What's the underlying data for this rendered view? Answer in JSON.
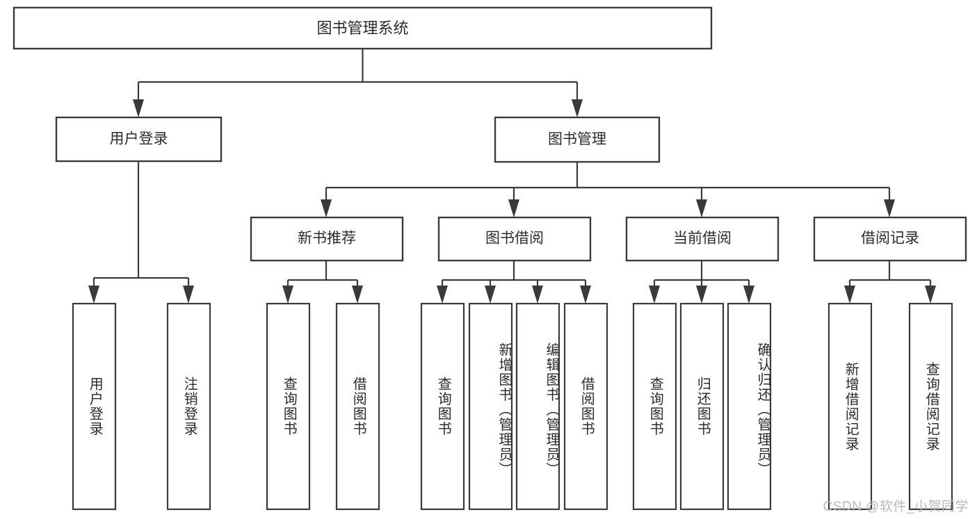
{
  "diagram": {
    "type": "tree",
    "title_node": {
      "id": "root",
      "label": "图书管理系统"
    },
    "level1": [
      {
        "id": "user-login",
        "label": "用户登录"
      },
      {
        "id": "book-management",
        "label": "图书管理"
      }
    ],
    "level2": [
      {
        "id": "new-book-recommend",
        "label": "新书推荐",
        "parent": "book-management"
      },
      {
        "id": "book-borrow",
        "label": "图书借阅",
        "parent": "book-management"
      },
      {
        "id": "current-borrow",
        "label": "当前借阅",
        "parent": "book-management"
      },
      {
        "id": "borrow-record",
        "label": "借阅记录",
        "parent": "book-management"
      }
    ],
    "leaves": {
      "user-login": [
        {
          "id": "leaf-user-login",
          "label": "用户登录"
        },
        {
          "id": "leaf-user-logout",
          "label": "注销登录"
        }
      ],
      "new-book-recommend": [
        {
          "id": "leaf-query-book-1",
          "label": "查询图书"
        },
        {
          "id": "leaf-borrow-book-1",
          "label": "借阅图书"
        }
      ],
      "book-borrow": [
        {
          "id": "leaf-query-book-2",
          "label": "查询图书"
        },
        {
          "id": "leaf-add-book",
          "label": "新增图书（管理员）"
        },
        {
          "id": "leaf-edit-book",
          "label": "编辑图书（管理员）"
        },
        {
          "id": "leaf-borrow-book-2",
          "label": "借阅图书"
        }
      ],
      "current-borrow": [
        {
          "id": "leaf-query-book-3",
          "label": "查询图书"
        },
        {
          "id": "leaf-return-book",
          "label": "归还图书"
        },
        {
          "id": "leaf-confirm-return",
          "label": "确认归还（管理员）"
        }
      ],
      "borrow-record": [
        {
          "id": "leaf-add-record",
          "label": "新增借阅记录"
        },
        {
          "id": "leaf-query-record",
          "label": "查询借阅记录"
        }
      ]
    },
    "colors": {
      "box_stroke": "#3a3a3a",
      "box_fill": "#ffffff",
      "text": "#2b2b2b",
      "background": "#ffffff",
      "watermark": "#b9b9b9"
    }
  },
  "watermark": {
    "text": "CSDN @软件_小贺同学"
  }
}
